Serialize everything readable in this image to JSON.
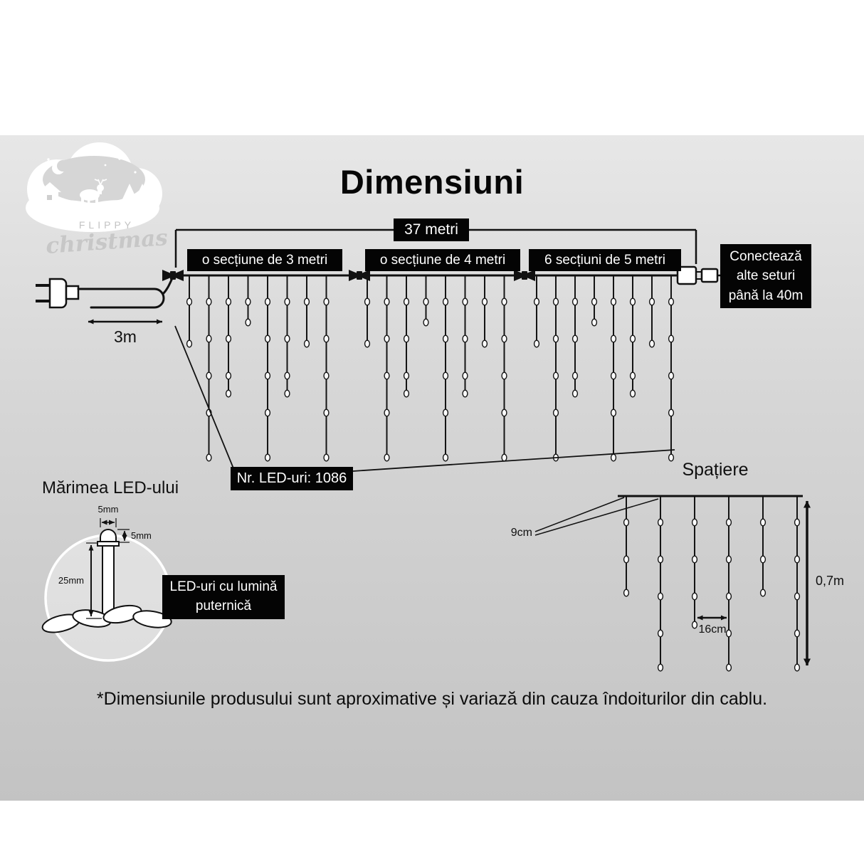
{
  "page": {
    "title": "Dimensiuni",
    "disclaimer": "*Dimensiunile produsului sunt aproximative și variază din cauza îndoiturilor din cablu."
  },
  "logo": {
    "brand": "FLIPPY",
    "brand_script": "christmas"
  },
  "main_diagram": {
    "total_length": "37 metri",
    "section_1": "o secțiune de 3 metri",
    "section_2": "o secțiune de 4 metri",
    "section_3": "6 secțiuni de 5 metri",
    "connect_line_1": "Conectează",
    "connect_line_2": "alte seturi",
    "connect_line_3": "până la 40m",
    "lead_length": "3m",
    "led_count": "Nr. LED-uri: 1086"
  },
  "led_size": {
    "heading": "Mărimea LED-ului",
    "bulb_width": "5mm",
    "bulb_height": "5mm",
    "led_height": "25mm",
    "note_line_1": "LED-uri cu lumină",
    "note_line_2": "puternică"
  },
  "spacing": {
    "heading": "Spațiere",
    "strand_gap": "9cm",
    "led_gap": "16cm",
    "strand_height": "0,7m"
  },
  "colors": {
    "background_gray": "#d6d6d6",
    "box_black": "#040404",
    "line_black": "#111111",
    "bulb_white": "#fcfcfc"
  }
}
